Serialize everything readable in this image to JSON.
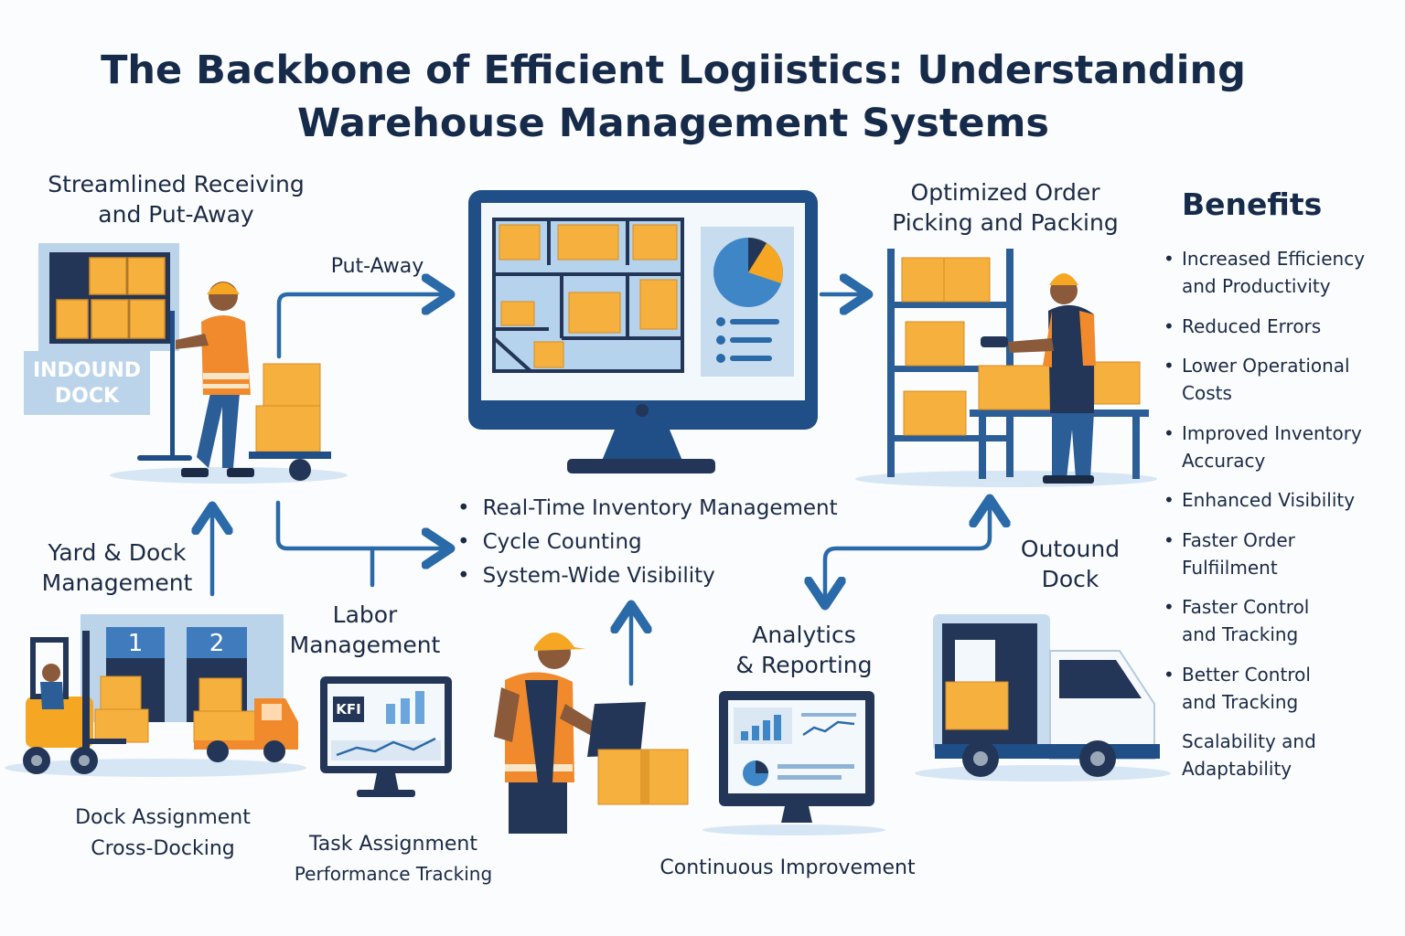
{
  "title_line1": "The Backbone of Efficient Logiistics: Understanding",
  "title_line2": "Warehouse Management Systems",
  "receiving": {
    "line1": "Streamlined Receiving",
    "line2": "and Put-Away",
    "dock_sign_line1": "INDOUND",
    "dock_sign_line2": "DOCK"
  },
  "put_away_label": "Put-Away",
  "order_picking": {
    "line1": "Optimized Order",
    "line2": "Picking and Packing"
  },
  "yard_dock": {
    "line1": "Yard & Dock",
    "line2": "Management",
    "door1": "1",
    "door2": "2",
    "sub1": "Dock Assignment",
    "sub2": "Cross-Docking"
  },
  "labor": {
    "line1": "Labor",
    "line2": "Management",
    "screen_badge": "KFI",
    "sub1": "Task Assignment",
    "sub2": "Performance Tracking"
  },
  "core_features": [
    "Real-Time Inventory Management",
    "Cycle Counting",
    "System-Wide Visibility"
  ],
  "analytics": {
    "line1": "Analytics",
    "line2": "& Reporting",
    "sub": "Continuous Improvement"
  },
  "outbound": {
    "line1": "Outound",
    "line2": "Dock"
  },
  "benefits": {
    "title": "Benefits",
    "items": [
      {
        "line1": "Increased Efficiency",
        "line2": "and Productivity",
        "bullet": true
      },
      {
        "line1": "Reduced Errors",
        "line2": "",
        "bullet": true
      },
      {
        "line1": "Lower Operational",
        "line2": "Costs",
        "bullet": true
      },
      {
        "line1": "Improved Inventory",
        "line2": "Accuracy",
        "bullet": true
      },
      {
        "line1": "Enhanced Visibility",
        "line2": "",
        "bullet": true
      },
      {
        "line1": "Faster Order",
        "line2": "Fulfiilment",
        "bullet": true
      },
      {
        "line1": "Faster Control",
        "line2": "and Tracking",
        "bullet": true
      },
      {
        "line1": "Better Control",
        "line2": "and Tracking",
        "bullet": true
      },
      {
        "line1": "Scalability and",
        "line2": "Adaptability",
        "bullet": false
      }
    ]
  },
  "colors": {
    "navy": "#1f4f86",
    "box": "#f5b03e",
    "orange": "#f18a2c",
    "light_blue": "#c8dcef",
    "text": "#1b2a45"
  }
}
